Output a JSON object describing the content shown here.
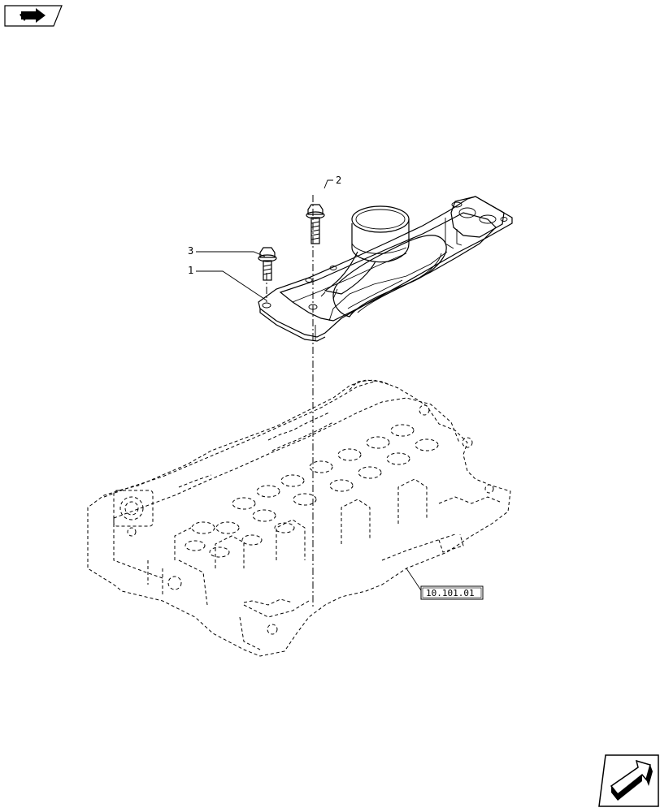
{
  "icons": {
    "top_left": "book-arrow-icon",
    "bottom_right": "next-page-arrow-icon"
  },
  "callouts": [
    {
      "id": "1",
      "label": "1"
    },
    {
      "id": "2",
      "label": "2"
    },
    {
      "id": "3",
      "label": "3"
    }
  ],
  "reference": {
    "label": "10.101.01"
  },
  "colors": {
    "line": "#000000",
    "background": "#ffffff"
  }
}
